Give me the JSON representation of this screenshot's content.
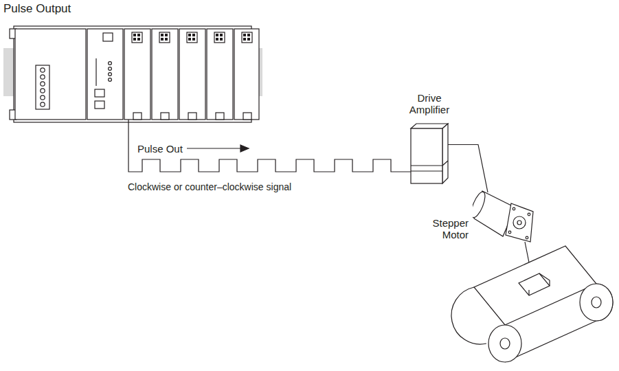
{
  "diagram": {
    "title": "Pulse Output",
    "nodes": [
      {
        "text": [
          "Drive Amplifier"
        ]
      },
      {
        "text": [
          "Stepper Motor"
        ]
      }
    ],
    "edges": [
      {
        "from": 0,
        "to": 1,
        "arrow": "none"
      }
    ],
    "labels": [
      "Pulse Out",
      "Clockwise or counter–clockwise signal"
    ]
  }
}
